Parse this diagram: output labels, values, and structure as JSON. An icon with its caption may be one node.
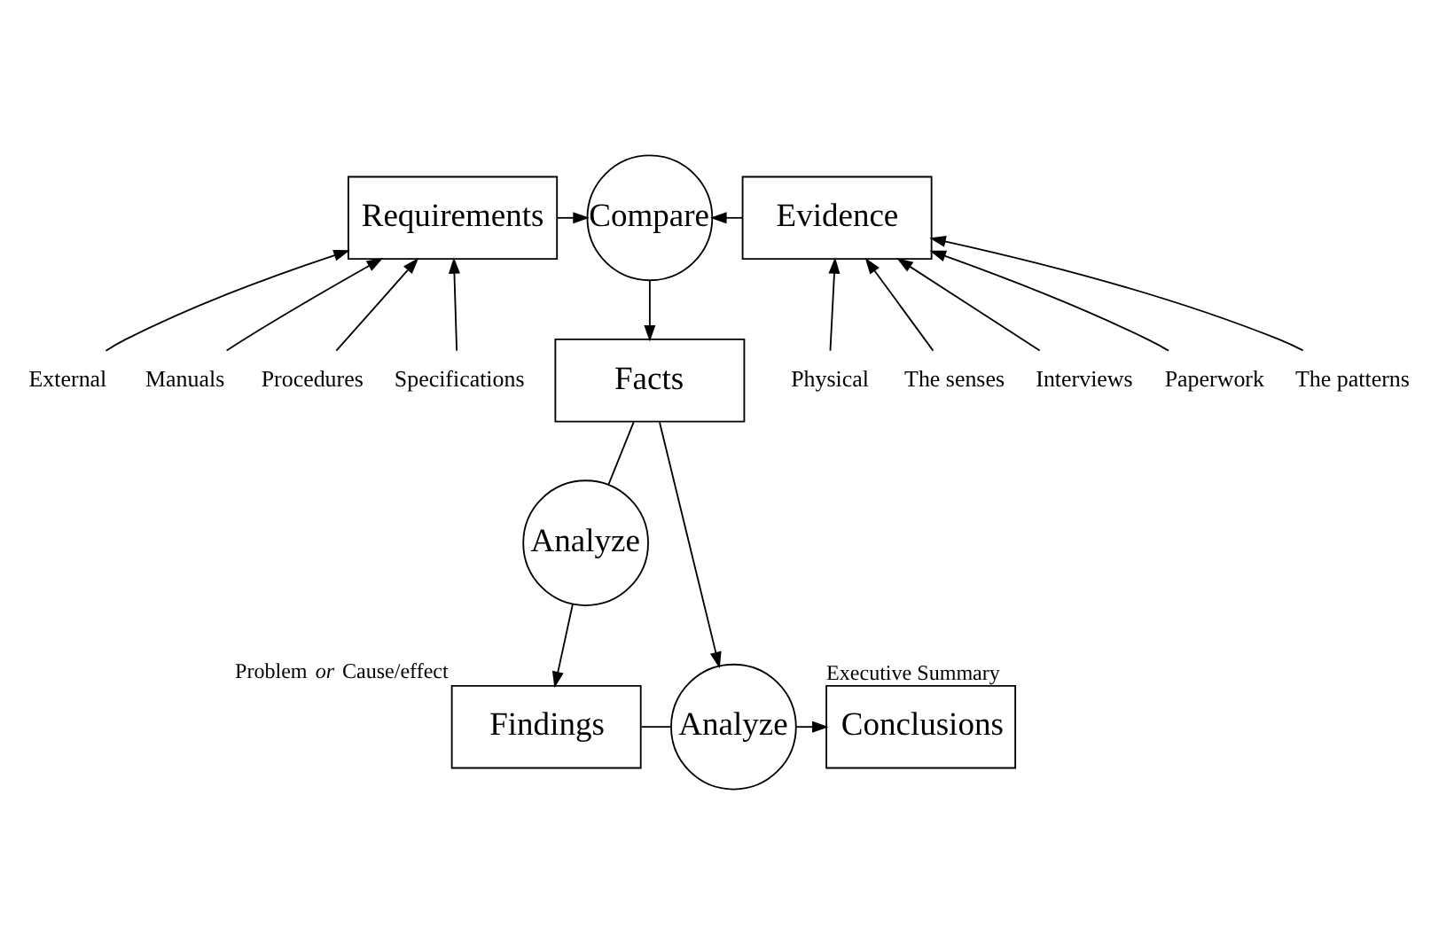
{
  "diagram": {
    "nodes": [
      {
        "text": [
          "Requirements"
        ]
      },
      {
        "text": [
          "Compare"
        ]
      },
      {
        "text": [
          "Evidence"
        ]
      },
      {
        "text": [
          "External"
        ]
      },
      {
        "text": [
          "Manuals"
        ]
      },
      {
        "text": [
          "Procedures"
        ]
      },
      {
        "text": [
          "Specifications"
        ]
      },
      {
        "text": [
          "Physical"
        ]
      },
      {
        "text": [
          "The senses"
        ]
      },
      {
        "text": [
          "Interviews"
        ]
      },
      {
        "text": [
          "Paperwork"
        ]
      },
      {
        "text": [
          "The patterns"
        ]
      },
      {
        "text": [
          "Facts"
        ]
      },
      {
        "text": [
          "Analyze"
        ]
      },
      {
        "text": [
          "Findings"
        ],
        "beside": [
          "Problem *or* Cause/effect"
        ]
      },
      {
        "text": [
          "Analyze"
        ]
      },
      {
        "text": [
          "Conclusions"
        ],
        "beside": [
          "Executive Summary"
        ]
      }
    ],
    "edges": [
      {
        "from": 0,
        "to": 1,
        "arrow": "to"
      },
      {
        "from": 2,
        "to": 1,
        "arrow": "to"
      },
      {
        "from": 3,
        "to": 0,
        "arrow": "to"
      },
      {
        "from": 4,
        "to": 0,
        "arrow": "to"
      },
      {
        "from": 5,
        "to": 0,
        "arrow": "to"
      },
      {
        "from": 6,
        "to": 0,
        "arrow": "to"
      },
      {
        "from": 7,
        "to": 2,
        "arrow": "to"
      },
      {
        "from": 8,
        "to": 2,
        "arrow": "to"
      },
      {
        "from": 9,
        "to": 2,
        "arrow": "to"
      },
      {
        "from": 10,
        "to": 2,
        "arrow": "to"
      },
      {
        "from": 11,
        "to": 2,
        "arrow": "to"
      },
      {
        "from": 1,
        "to": 12,
        "arrow": "to"
      },
      {
        "from": 12,
        "to": 13,
        "arrow": "none"
      },
      {
        "from": 13,
        "to": 14,
        "arrow": "to"
      },
      {
        "from": 12,
        "to": 15,
        "arrow": "to"
      },
      {
        "from": 14,
        "to": 15,
        "arrow": "none"
      },
      {
        "from": 15,
        "to": 16,
        "arrow": "to"
      }
    ]
  }
}
